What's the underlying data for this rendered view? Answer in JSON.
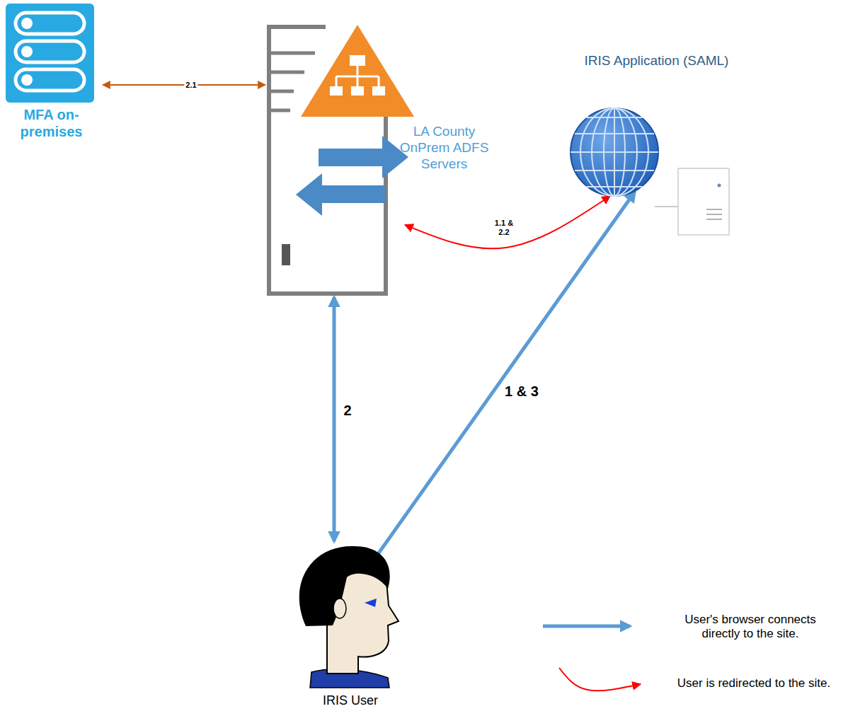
{
  "diagram": {
    "nodes": [
      {
        "text": [
          "MFA on-premises"
        ]
      },
      {
        "text": [
          "LA County OnPrem ADFS Servers"
        ]
      },
      {
        "text": [
          "IRIS Application (SAML)"
        ]
      },
      {
        "text": [
          "IRIS User"
        ]
      }
    ],
    "edges": [
      {
        "from": 0,
        "to": 1,
        "label": "2.1",
        "arrow": "both"
      },
      {
        "from": 1,
        "to": 2,
        "label": "1.1 & 2.2",
        "arrow": "both"
      },
      {
        "from": 3,
        "to": 1,
        "label": "2",
        "arrow": "both"
      },
      {
        "from": 3,
        "to": 2,
        "label": "1 & 3",
        "arrow": "to"
      }
    ],
    "legend": [
      {
        "text": "User's browser connects directly to the site."
      },
      {
        "text": "User is redirected to the site."
      }
    ]
  }
}
